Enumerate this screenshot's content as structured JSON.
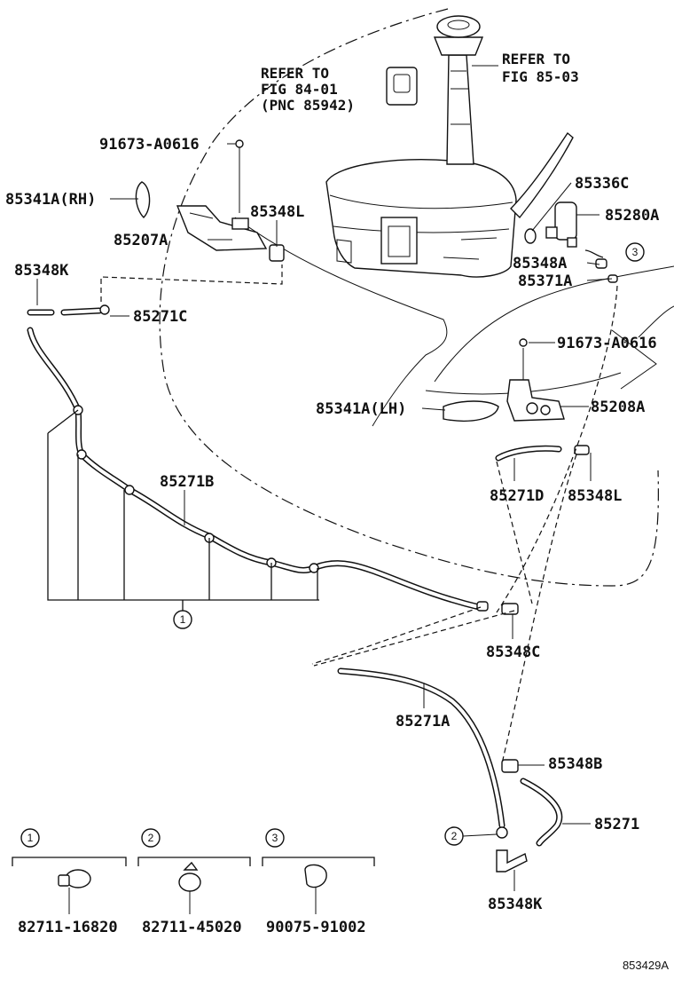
{
  "labels": {
    "refer_84_line1": "REFER TO",
    "refer_84_line2": "FIG 84-01",
    "refer_84_line3": "(PNC 85942)",
    "refer_85_line1": "REFER TO",
    "refer_85_line2": "FIG 85-03",
    "p_91673_top": "91673-A0616",
    "p_85341A_rh": "85341A(RH)",
    "p_85348L_top": "85348L",
    "p_85207A": "85207A",
    "p_85348K_top": "85348K",
    "p_85271C": "85271C",
    "p_85336C": "85336C",
    "p_85280A": "85280A",
    "p_85348A": "85348A",
    "p_85371A": "85371A",
    "p_91673_mid": "91673-A0616",
    "p_85341A_lh": "85341A(LH)",
    "p_85208A": "85208A",
    "p_85271D": "85271D",
    "p_85348L_mid": "85348L",
    "p_85271B": "85271B",
    "p_85348C": "85348C",
    "p_85271A": "85271A",
    "p_85348B": "85348B",
    "p_85271": "85271",
    "p_85348K_bottom": "85348K",
    "kit1_part": "82711-16820",
    "kit2_part": "82711-45020",
    "kit3_part": "90075-91002",
    "diagram_code": "853429A"
  },
  "callouts": {
    "c1": "1",
    "c2": "2",
    "c3": "3"
  }
}
